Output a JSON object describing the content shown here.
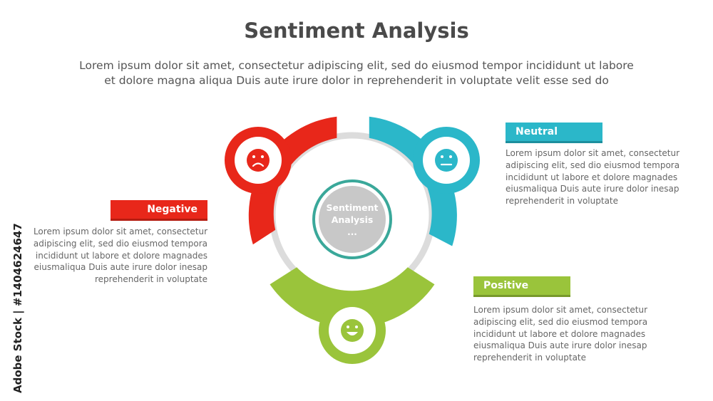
{
  "title": "Sentiment Analysis",
  "subtitle": {
    "line1": "Lorem ipsum dolor sit amet, consectetur adipiscing elit, sed do eiusmod tempor incididunt ut labore",
    "line2": "et dolore magna aliqua Duis aute irure dolor in reprehenderit in voluptate velit esse sed do"
  },
  "center": {
    "line1": "Sentiment",
    "line2": "Analysis",
    "dots": "..."
  },
  "sections": {
    "negative": {
      "label": "Negative",
      "color": "#e8271a",
      "icon": "sad-face-icon",
      "lines": [
        "Lorem ipsum dolor sit amet, consectetur",
        "adipiscing elit, sed dio eiusmod tempora",
        "incididunt ut labore et dolore magnades",
        "eiusmaliqua Duis aute irure dolor inesap",
        "reprehenderit in voluptate"
      ]
    },
    "neutral": {
      "label": "Neutral",
      "color": "#2bb7c9",
      "icon": "neutral-face-icon",
      "lines": [
        "Lorem ipsum dolor sit amet, consectetur",
        "adipiscing elit, sed dio eiusmod tempora",
        "incididunt ut labore et dolore magnades",
        "eiusmaliqua Duis aute irure dolor inesap",
        "reprehenderit in voluptate"
      ]
    },
    "positive": {
      "label": "Positive",
      "color": "#9ac43b",
      "icon": "happy-face-icon",
      "lines": [
        "Lorem ipsum dolor sit amet, consectetur",
        "adipiscing elit, sed dio eiusmod tempora",
        "incididunt ut labore et dolore magnades",
        "eiusmaliqua Duis aute irure dolor inesap",
        "reprehenderit in voluptate"
      ]
    }
  },
  "watermark": "Adobe Stock | #1404624647"
}
